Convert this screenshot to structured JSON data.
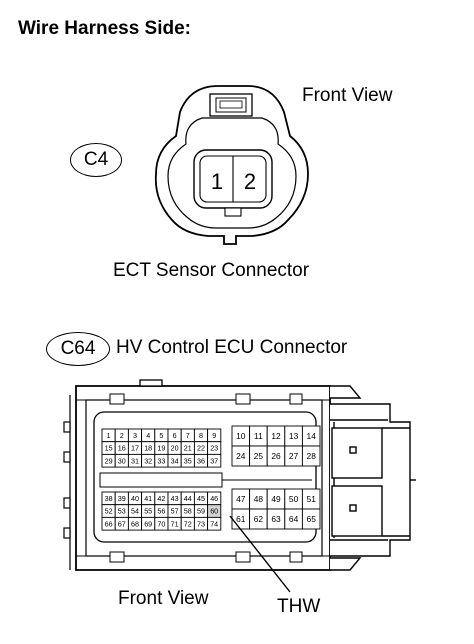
{
  "header": {
    "title": "Wire Harness Side:"
  },
  "ect_connector": {
    "code": "C4",
    "view_label": "Front View",
    "name": "ECT Sensor Connector",
    "pins": [
      "1",
      "2"
    ]
  },
  "ecu_connector": {
    "code": "C64",
    "name": "HV Control ECU Connector",
    "view_label": "Front View",
    "callout_label": "THW",
    "callout_pin": "60",
    "left_top_rows": [
      [
        "1",
        "2",
        "3",
        "4",
        "5",
        "6",
        "7",
        "8",
        "9"
      ],
      [
        "15",
        "16",
        "17",
        "18",
        "19",
        "20",
        "21",
        "22",
        "23"
      ],
      [
        "29",
        "30",
        "31",
        "32",
        "33",
        "34",
        "35",
        "36",
        "37"
      ]
    ],
    "right_top_rows": [
      [
        "10",
        "11",
        "12",
        "13",
        "14"
      ],
      [
        "24",
        "25",
        "26",
        "27",
        "28"
      ]
    ],
    "left_bottom_rows": [
      [
        "38",
        "39",
        "40",
        "41",
        "42",
        "43",
        "44",
        "45",
        "46"
      ],
      [
        "52",
        "53",
        "54",
        "55",
        "56",
        "57",
        "58",
        "59",
        "60"
      ],
      [
        "66",
        "67",
        "68",
        "69",
        "70",
        "71",
        "72",
        "73",
        "74"
      ]
    ],
    "right_bottom_rows": [
      [
        "47",
        "48",
        "49",
        "50",
        "51"
      ],
      [
        "61",
        "62",
        "63",
        "64",
        "65"
      ]
    ],
    "colors": {
      "shaded_pin": "#d4d4d4"
    }
  }
}
